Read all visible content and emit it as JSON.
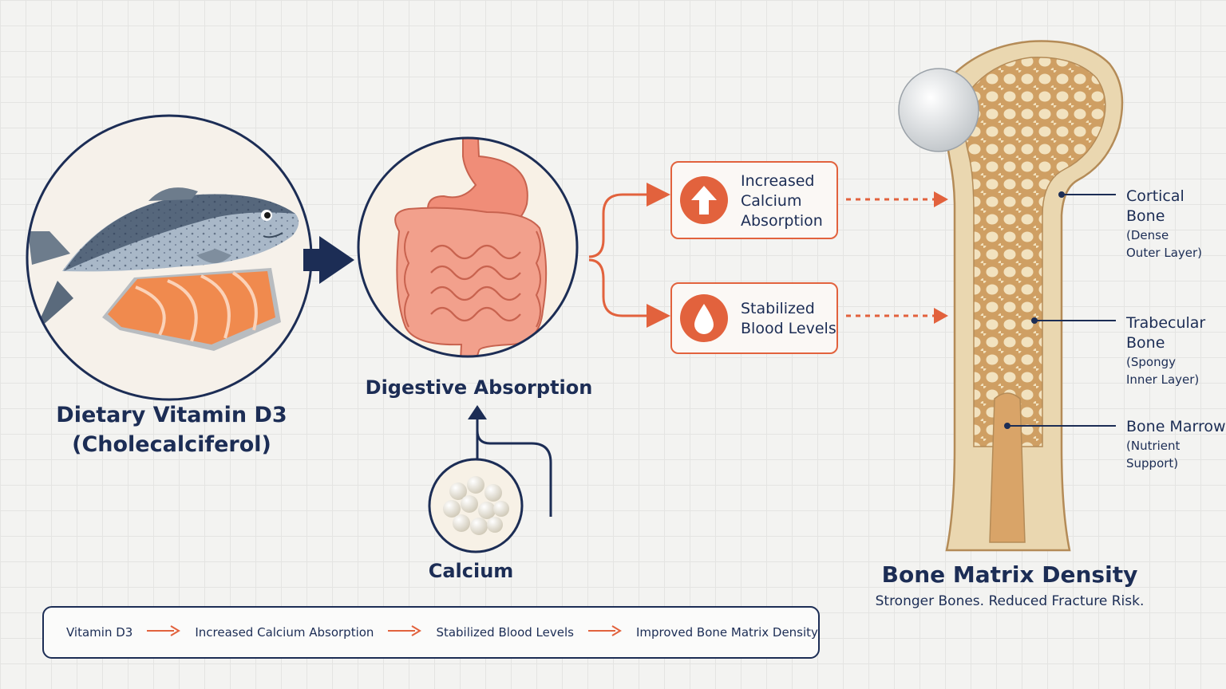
{
  "stages": {
    "dietary": {
      "line1": "Dietary Vitamin D3",
      "line2": "(Cholecalciferol)"
    },
    "digestive": {
      "label": "Digestive Absorption"
    },
    "calcium": {
      "label": "Calcium"
    }
  },
  "effects": [
    {
      "lines": [
        "Increased",
        "Calcium",
        "Absorption"
      ],
      "icon": "up-arrow-icon"
    },
    {
      "lines": [
        "Stabilized",
        "Blood Levels"
      ],
      "icon": "blood-drop-icon"
    }
  ],
  "bone_parts": [
    {
      "name_lines": [
        "Cortical",
        "Bone"
      ],
      "desc_lines": [
        "(Dense",
        "Outer Layer)"
      ]
    },
    {
      "name_lines": [
        "Trabecular",
        "Bone"
      ],
      "desc_lines": [
        "(Spongy",
        "Inner Layer)"
      ]
    },
    {
      "name_lines": [
        "Bone Marrow"
      ],
      "desc_lines": [
        "(Nutrient",
        "Support)"
      ]
    }
  ],
  "outcome": {
    "title": "Bone Matrix Density",
    "subtitle": "Stronger Bones. Reduced Fracture Risk."
  },
  "summary_chain": [
    "Vitamin D3",
    "Increased Calcium Absorption",
    "Stabilized Blood Levels",
    "Improved Bone Matrix Density"
  ],
  "colors": {
    "navy": "#1c2d55",
    "accent": "#e2623d",
    "salmon_flesh": "#f08a4e",
    "organ": "#ee8a76",
    "bone": "#ead7b0"
  }
}
